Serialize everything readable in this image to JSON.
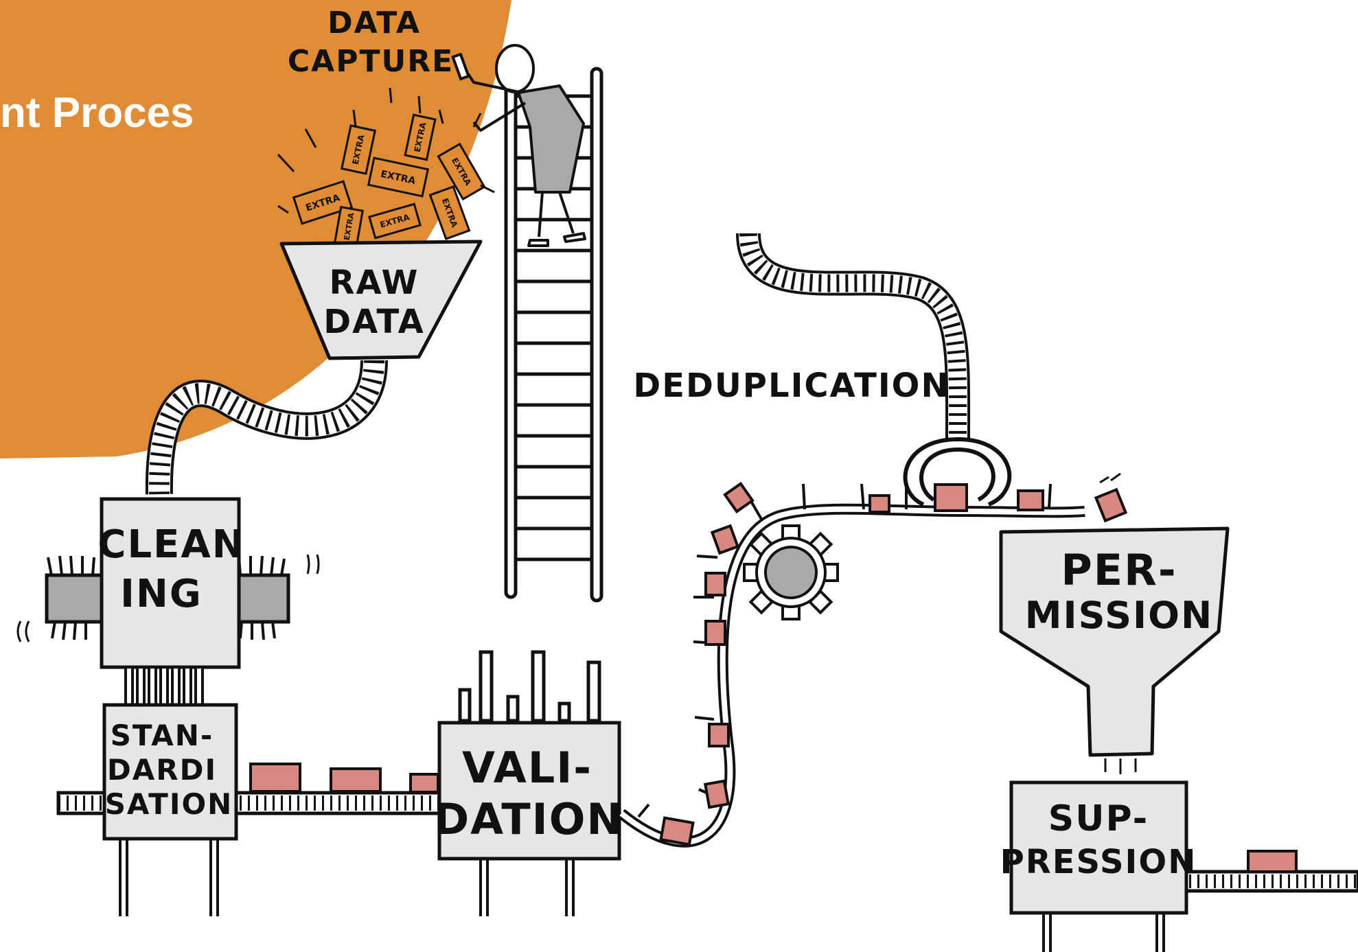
{
  "banner": {
    "title_fragment": "nt Proces"
  },
  "stages": {
    "data_capture": [
      "DATA",
      "CAPTURE"
    ],
    "raw_data": [
      "RAW",
      "DATA"
    ],
    "cleaning": [
      "CLEAN",
      "ING"
    ],
    "standardisation": [
      "STAN-",
      "DARDI",
      "SATION"
    ],
    "validation": [
      "VALI-",
      "DATION"
    ],
    "deduplication": "DEDUPLICATION",
    "permission": [
      "PER-",
      "MISSION"
    ],
    "suppression": [
      "SUP-",
      "PRESSION"
    ]
  },
  "ticket_label": "EXTRA",
  "colors": {
    "orange": "#E08C34",
    "machine_gray": "#E6E6E6",
    "dark_gray": "#A9A9A9",
    "packet_pink": "#D98880",
    "ink": "#111111"
  }
}
